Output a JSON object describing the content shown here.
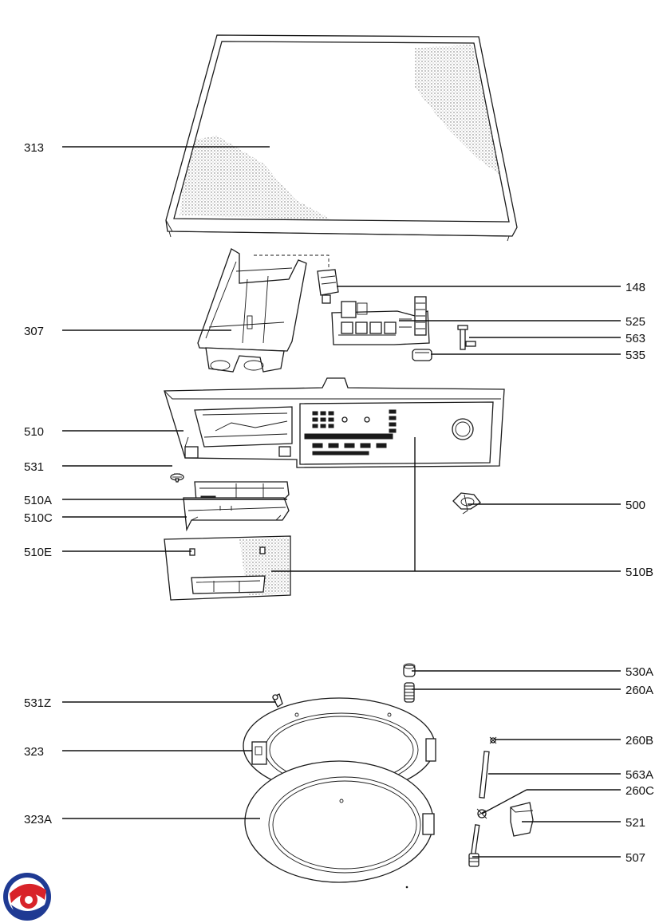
{
  "labels": {
    "l313": "313",
    "l148": "148",
    "l307": "307",
    "l525": "525",
    "l563": "563",
    "l535": "535",
    "l510": "510",
    "l531": "531",
    "l510A": "510A",
    "l510C": "510C",
    "l500": "500",
    "l510E": "510E",
    "l510B": "510B",
    "l530A": "530A",
    "l260A": "260A",
    "l531Z": "531Z",
    "l260B": "260B",
    "l323": "323",
    "l563A": "563A",
    "l260C": "260C",
    "l323A": "323A",
    "l521": "521",
    "l507": "507"
  },
  "logo": {
    "colors": {
      "blue": "#1f3a93",
      "red": "#d8232a"
    }
  }
}
